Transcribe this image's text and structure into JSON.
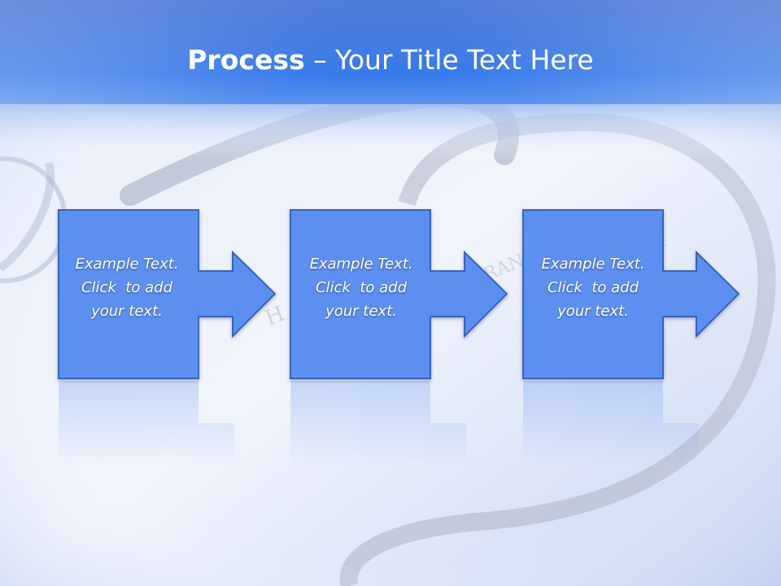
{
  "title": {
    "bold": "Process",
    "dash": " – ",
    "rest": "Your Title Text Here"
  },
  "steps": [
    {
      "lines": [
        "Example Text.",
        "Click  to add",
        "your text."
      ]
    },
    {
      "lines": [
        "Example Text.",
        "Click  to add",
        "your text."
      ]
    },
    {
      "lines": [
        "Example Text.",
        "Click  to add",
        "your text."
      ]
    }
  ],
  "colors": {
    "header_blue": "#2f6fe0",
    "shape_fill": "#5b8ff0",
    "shape_stroke": "#3a63b8",
    "background": "#dfe8f6"
  }
}
